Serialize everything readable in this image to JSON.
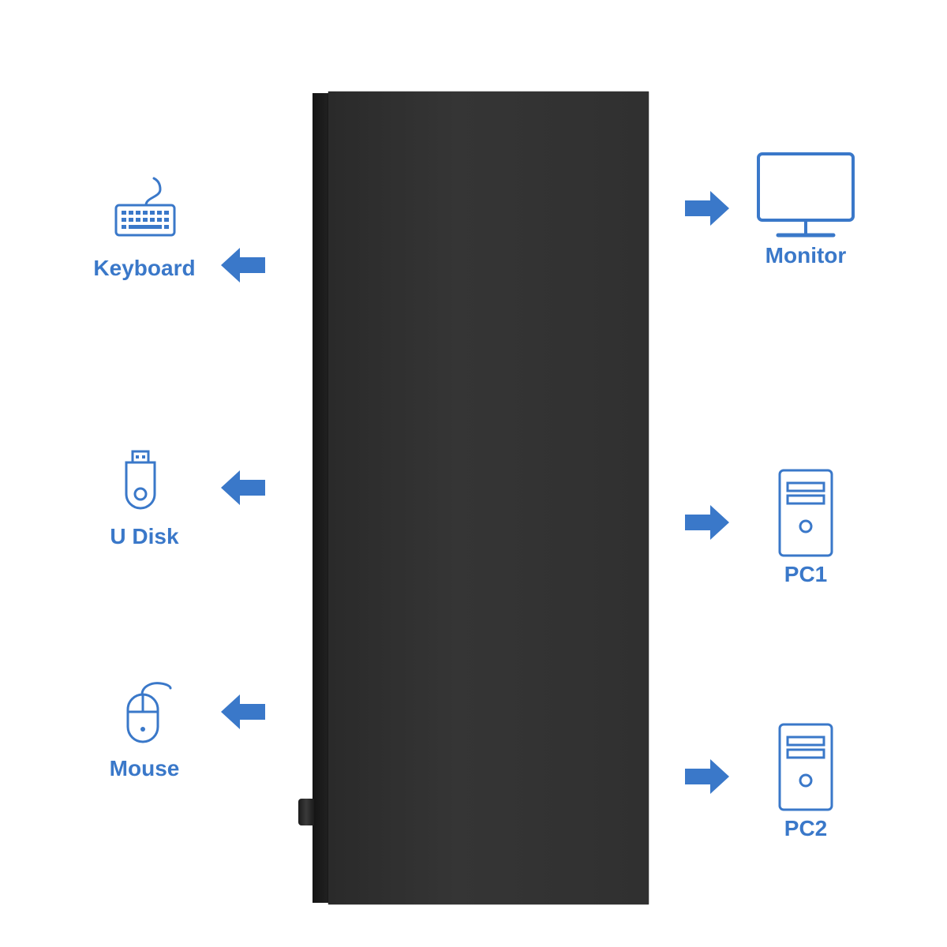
{
  "accent_color": "#3a78c9",
  "device": {
    "color": "#2e2e2e"
  },
  "left_items": [
    {
      "label": "Keyboard",
      "icon": "keyboard-icon",
      "arrow": "left"
    },
    {
      "label": "U Disk",
      "icon": "usb-drive-icon",
      "arrow": "left"
    },
    {
      "label": "Mouse",
      "icon": "mouse-icon",
      "arrow": "left"
    }
  ],
  "right_items": [
    {
      "label": "Monitor",
      "icon": "monitor-icon",
      "arrow": "right"
    },
    {
      "label": "PC1",
      "icon": "pc-tower-icon",
      "arrow": "right"
    },
    {
      "label": "PC2",
      "icon": "pc-tower-icon",
      "arrow": "right"
    }
  ]
}
